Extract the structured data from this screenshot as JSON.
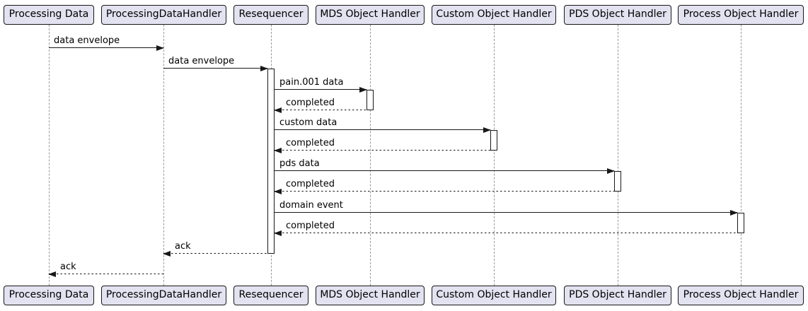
{
  "diagram": {
    "type": "uml-sequence",
    "background": "#FFFFFF",
    "colors": {
      "participant_fill": "#E2E2F0",
      "participant_border": "#181818",
      "lifeline": "#999999",
      "message_line": "#181818",
      "activation_fill": "#FFFFFF",
      "text": "#000000"
    }
  },
  "participants": [
    {
      "name": "Processing Data"
    },
    {
      "name": "ProcessingDataHandler"
    },
    {
      "name": "Resequencer"
    },
    {
      "name": "MDS Object Handler"
    },
    {
      "name": "Custom Object Handler"
    },
    {
      "name": "PDS Object Handler"
    },
    {
      "name": "Process Object Handler"
    }
  ],
  "messages": [
    {
      "from": "Processing Data",
      "to": "ProcessingDataHandler",
      "label": "data envelope",
      "style": "solid"
    },
    {
      "from": "ProcessingDataHandler",
      "to": "Resequencer",
      "label": "data envelope",
      "style": "solid"
    },
    {
      "from": "Resequencer",
      "to": "MDS Object Handler",
      "label": "pain.001 data",
      "style": "solid"
    },
    {
      "from": "MDS Object Handler",
      "to": "Resequencer",
      "label": "completed",
      "style": "dashed"
    },
    {
      "from": "Resequencer",
      "to": "Custom Object Handler",
      "label": "custom data",
      "style": "solid"
    },
    {
      "from": "Custom Object Handler",
      "to": "Resequencer",
      "label": "completed",
      "style": "dashed"
    },
    {
      "from": "Resequencer",
      "to": "PDS Object Handler",
      "label": "pds data",
      "style": "solid"
    },
    {
      "from": "PDS Object Handler",
      "to": "Resequencer",
      "label": "completed",
      "style": "dashed"
    },
    {
      "from": "Resequencer",
      "to": "Process Object Handler",
      "label": "domain event",
      "style": "solid"
    },
    {
      "from": "Process Object Handler",
      "to": "Resequencer",
      "label": "completed",
      "style": "dashed"
    },
    {
      "from": "Resequencer",
      "to": "ProcessingDataHandler",
      "label": "ack",
      "style": "dashed"
    },
    {
      "from": "ProcessingDataHandler",
      "to": "Processing Data",
      "label": "ack",
      "style": "dashed"
    }
  ]
}
